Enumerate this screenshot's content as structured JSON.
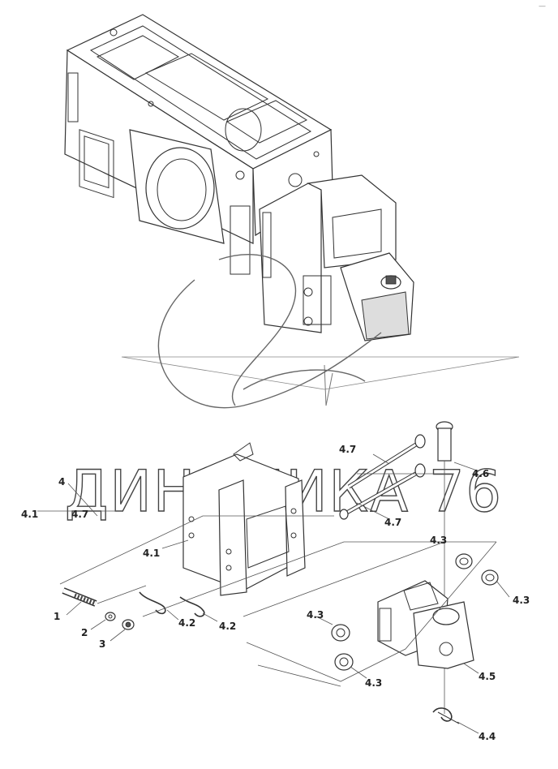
{
  "watermark": {
    "text": "ДИНАМИКА 76"
  },
  "corner_mark": "—",
  "callouts": {
    "c4": "4",
    "c4_1a": "4.1",
    "c4_7a": "4.7",
    "c4_7b": "4.7",
    "c4_7c": "4.7",
    "c4_6": "4.6",
    "c4_1b": "4.1",
    "c4_3a": "4.3",
    "c4_3b": "4.3",
    "c4_3c": "4.3",
    "c4_3d": "4.3",
    "c1": "1",
    "c2": "2",
    "c3": "3",
    "c4_2a": "4.2",
    "c4_2b": "4.2",
    "c4_5": "4.5",
    "c4_4": "4.4"
  }
}
